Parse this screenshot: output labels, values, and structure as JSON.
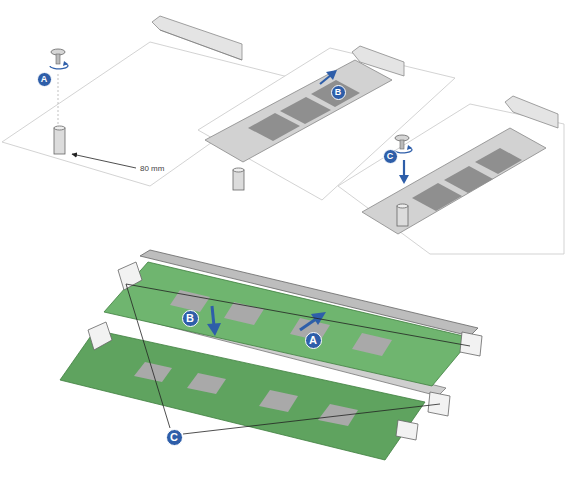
{
  "diagram": {
    "nodes": [
      {
        "text": [
          "A"
        ]
      },
      {
        "text": [
          "B"
        ]
      },
      {
        "text": [
          "C"
        ]
      },
      {
        "text": [
          "B"
        ]
      },
      {
        "text": [
          "A"
        ]
      },
      {
        "text": [
          "C"
        ]
      }
    ],
    "labels": [
      "80 mm"
    ]
  }
}
